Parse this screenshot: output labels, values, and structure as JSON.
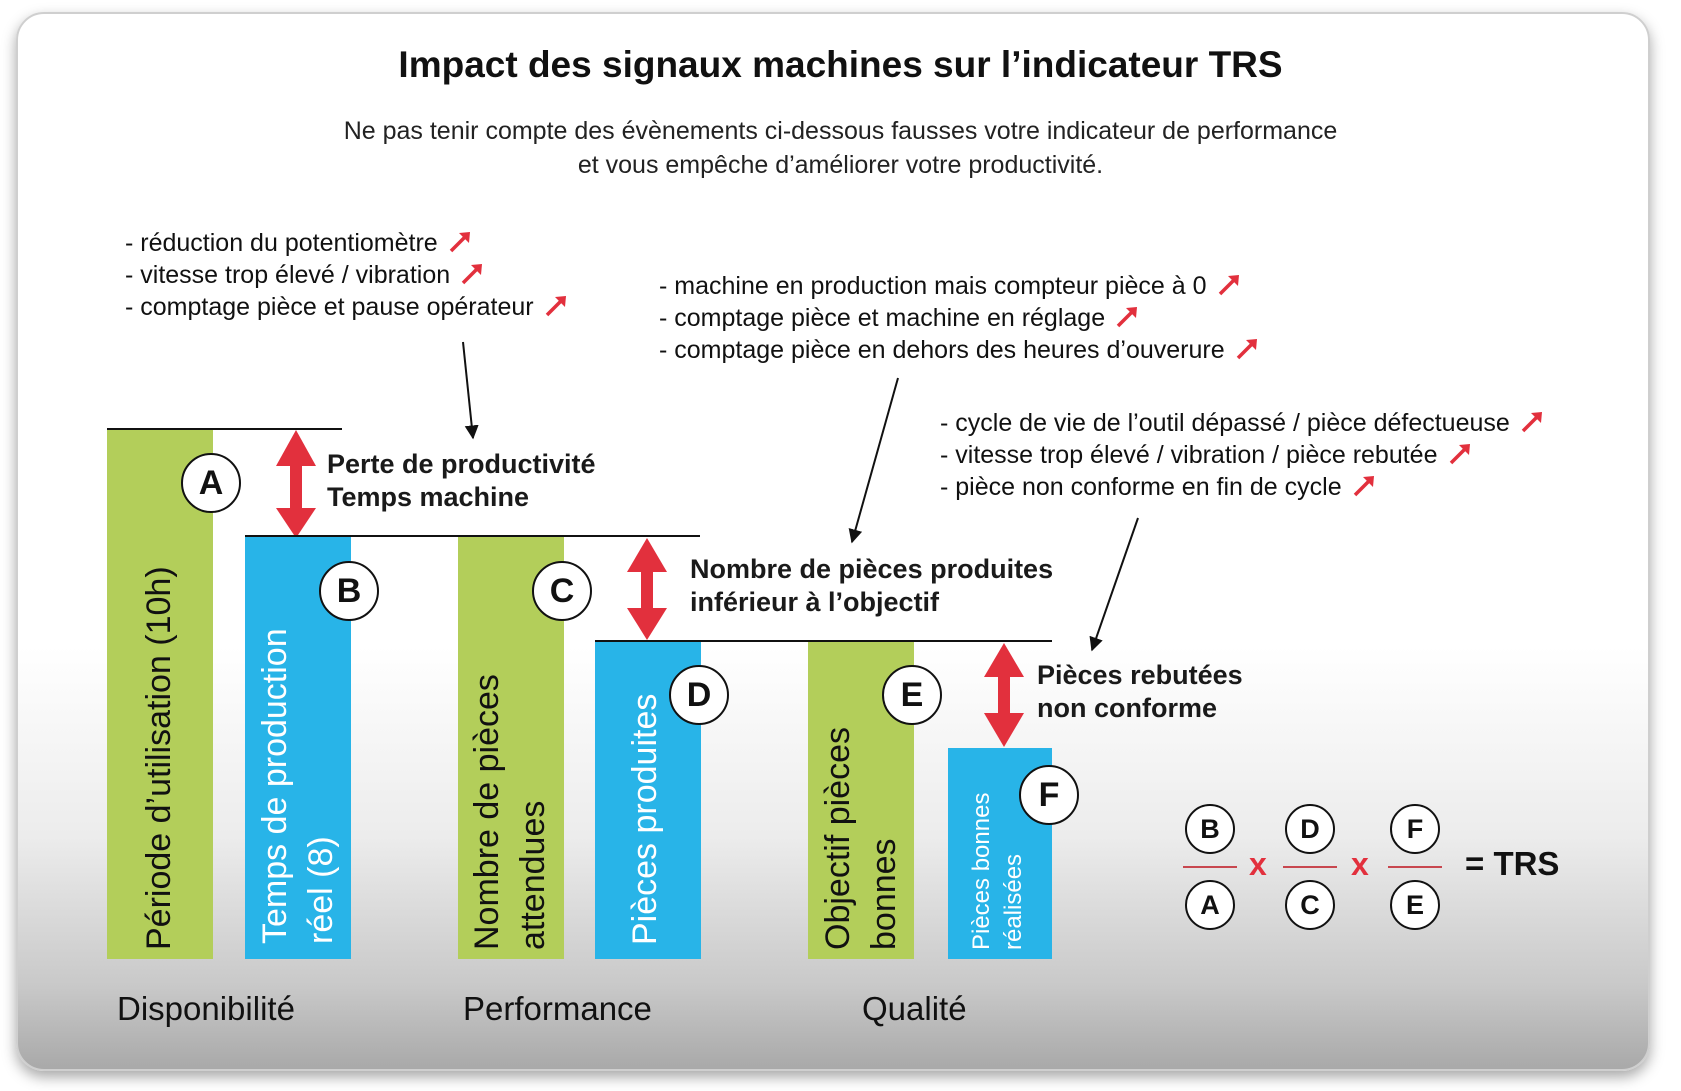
{
  "title": "Impact des signaux machines sur l’indicateur TRS",
  "subtitle": [
    "Ne pas tenir compte des évènements ci-dessous fausses votre indicateur de performance",
    "et vous empêche d’améliorer votre productivité."
  ],
  "colors": {
    "green": "#b3ce5a",
    "blue": "#28b4e8",
    "red": "#e2303d",
    "dark": "#111111"
  },
  "icons": {
    "trend_arrow": "red-up-right-arrow-icon",
    "double_arrow": "red-double-arrow-icon"
  },
  "signals": {
    "availability": [
      "- réduction du potentiomètre",
      "- vitesse trop élevé / vibration",
      "- comptage pièce et pause opérateur"
    ],
    "performance": [
      "- machine en production mais compteur pièce à 0",
      "- comptage pièce et machine en réglage",
      "- comptage pièce en dehors des heures d’ouverure"
    ],
    "quality": [
      "- cycle de vie de l’outil dépassé / pièce défectueuse",
      "- vitesse trop élevé / vibration / pièce rebutée",
      "- pièce non conforme en fin de cycle"
    ]
  },
  "losses": {
    "availability": [
      "Perte de productivité",
      "Temps machine"
    ],
    "performance": [
      "Nombre de pièces produites",
      "inférieur à l’objectif"
    ],
    "quality": [
      "Pièces rebutées",
      "non conforme"
    ]
  },
  "bars": {
    "a": {
      "letter": "A",
      "lines": [
        "Période d’utilisation (10h)"
      ]
    },
    "b": {
      "letter": "B",
      "lines": [
        "Temps de production",
        "réel (8)"
      ]
    },
    "c": {
      "letter": "C",
      "lines": [
        "Nombre de pièces",
        "attendues"
      ]
    },
    "d": {
      "letter": "D",
      "lines": [
        "Pièces produites"
      ]
    },
    "e": {
      "letter": "E",
      "lines": [
        "Objectif pièces",
        "bonnes"
      ]
    },
    "f": {
      "letter": "F",
      "lines": [
        "Pièces bonnes",
        "réalisées"
      ]
    }
  },
  "categories": {
    "availability": "Disponibilité",
    "performance": "Performance",
    "quality": "Qualité"
  },
  "formula": {
    "numerators": [
      "B",
      "D",
      "F"
    ],
    "denominators": [
      "A",
      "C",
      "E"
    ],
    "operator": "x",
    "result": "= TRS"
  }
}
